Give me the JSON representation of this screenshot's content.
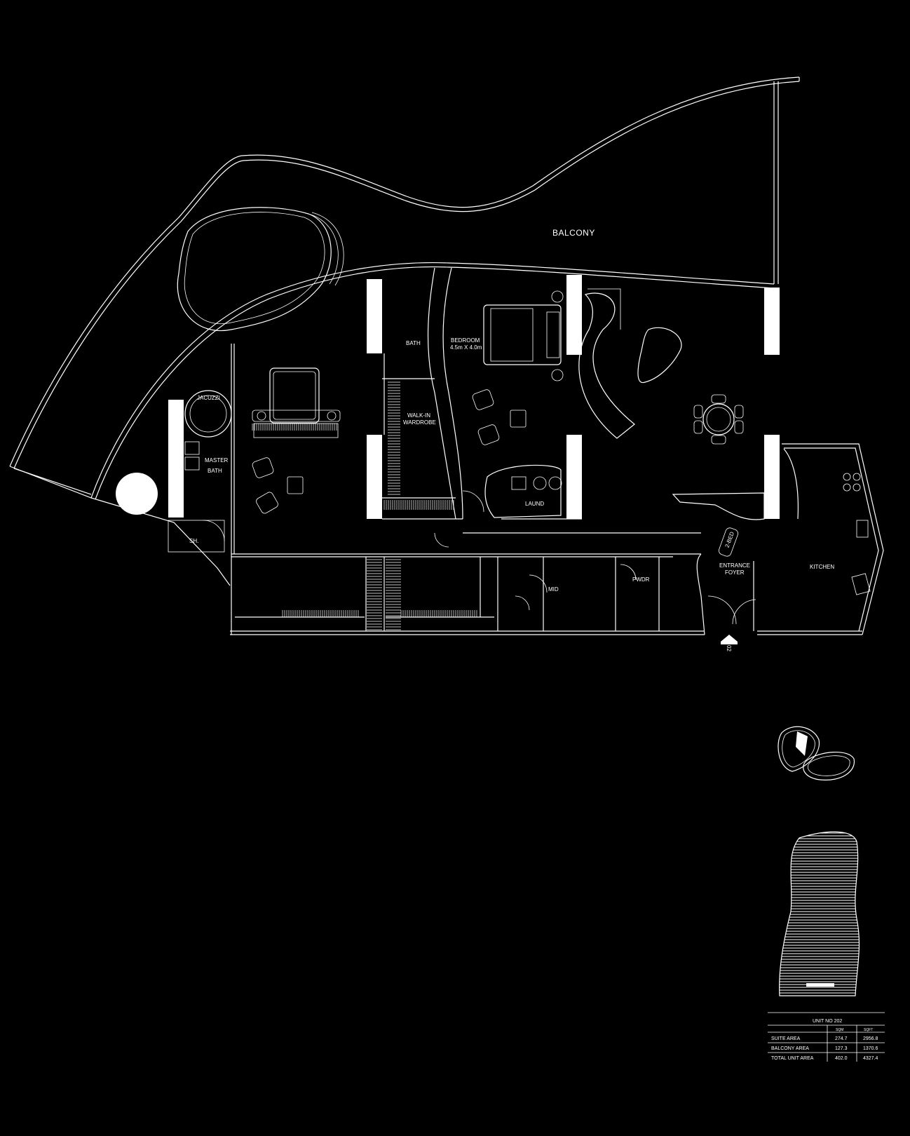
{
  "rooms": {
    "balcony": "BALCONY",
    "bedroom": "BEDROOM",
    "bedroom_size": "4.5m X 4.0m",
    "bath": "BATH",
    "walkin_1": "WALK-IN",
    "walkin_2": "WARDROBE",
    "jacuzzi": "JACUZZI",
    "master_1": "MASTER",
    "master_2": "BATH",
    "shower": "SH.",
    "laund": "LAUND",
    "mid": "MID",
    "pwdr": "PWDR",
    "entrance_1": "ENTRANCE",
    "entrance_2": "FOYER",
    "kitchen": "KITCHEN",
    "tag_2bed": "2-BED",
    "entry_marker": "02"
  },
  "area_table": {
    "title": "UNIT NO 202",
    "col_sqm": "SQM",
    "col_sqft": "SQFT",
    "rows": [
      {
        "label": "SUITE AREA",
        "sqm": "274.7",
        "sqft": "2956.8"
      },
      {
        "label": "BALCONY AREA",
        "sqm": "127.3",
        "sqft": "1370.6"
      },
      {
        "label": "TOTAL UNIT AREA",
        "sqm": "402.0",
        "sqft": "4327.4"
      }
    ]
  },
  "colors": {
    "background": "#000000",
    "line": "#ffffff"
  }
}
